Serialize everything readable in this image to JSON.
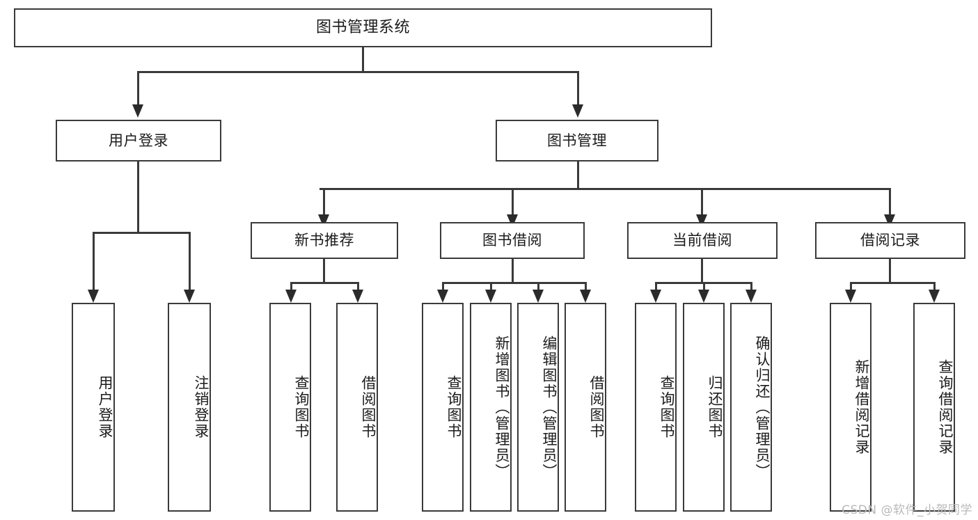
{
  "diagram": {
    "title": "图书管理系统",
    "type": "tree-hierarchy",
    "watermark": "CSDN @软件_小贺同学",
    "colors": {
      "background": "#ffffff",
      "box_border": "#3a3a3a",
      "connector": "#3a3a3a",
      "text": "#1b1b1b",
      "watermark": "#b9b9b9"
    }
  },
  "root": {
    "label": "图书管理系统"
  },
  "level1": [
    {
      "id": "user-login",
      "label": "用户登录"
    },
    {
      "id": "book-management",
      "label": "图书管理"
    }
  ],
  "level2": [
    {
      "id": "new-book-recommend",
      "label": "新书推荐",
      "parent": "book-management"
    },
    {
      "id": "book-borrow",
      "label": "图书借阅",
      "parent": "book-management"
    },
    {
      "id": "current-borrow",
      "label": "当前借阅",
      "parent": "book-management"
    },
    {
      "id": "borrow-record",
      "label": "借阅记录",
      "parent": "book-management"
    }
  ],
  "leaves": {
    "user_login": [
      {
        "id": "leaf-user-login",
        "label": "用户登录"
      },
      {
        "id": "leaf-logout-login",
        "label": "注销登录"
      }
    ],
    "new_book_recommend": [
      {
        "id": "leaf-query-book-1",
        "label": "查询图书"
      },
      {
        "id": "leaf-borrow-book-1",
        "label": "借阅图书"
      }
    ],
    "book_borrow": [
      {
        "id": "leaf-query-book-2",
        "label": "查询图书"
      },
      {
        "id": "leaf-add-book",
        "label": "新增图书（管理员）"
      },
      {
        "id": "leaf-edit-book",
        "label": "编辑图书（管理员）"
      },
      {
        "id": "leaf-borrow-book-2",
        "label": "借阅图书"
      }
    ],
    "current_borrow": [
      {
        "id": "leaf-query-book-3",
        "label": "查询图书"
      },
      {
        "id": "leaf-return-book",
        "label": "归还图书"
      },
      {
        "id": "leaf-confirm-return",
        "label": "确认归还（管理员）"
      }
    ],
    "borrow_record": [
      {
        "id": "leaf-add-record",
        "label": "新增借阅记录"
      },
      {
        "id": "leaf-query-record",
        "label": "查询借阅记录"
      }
    ]
  }
}
